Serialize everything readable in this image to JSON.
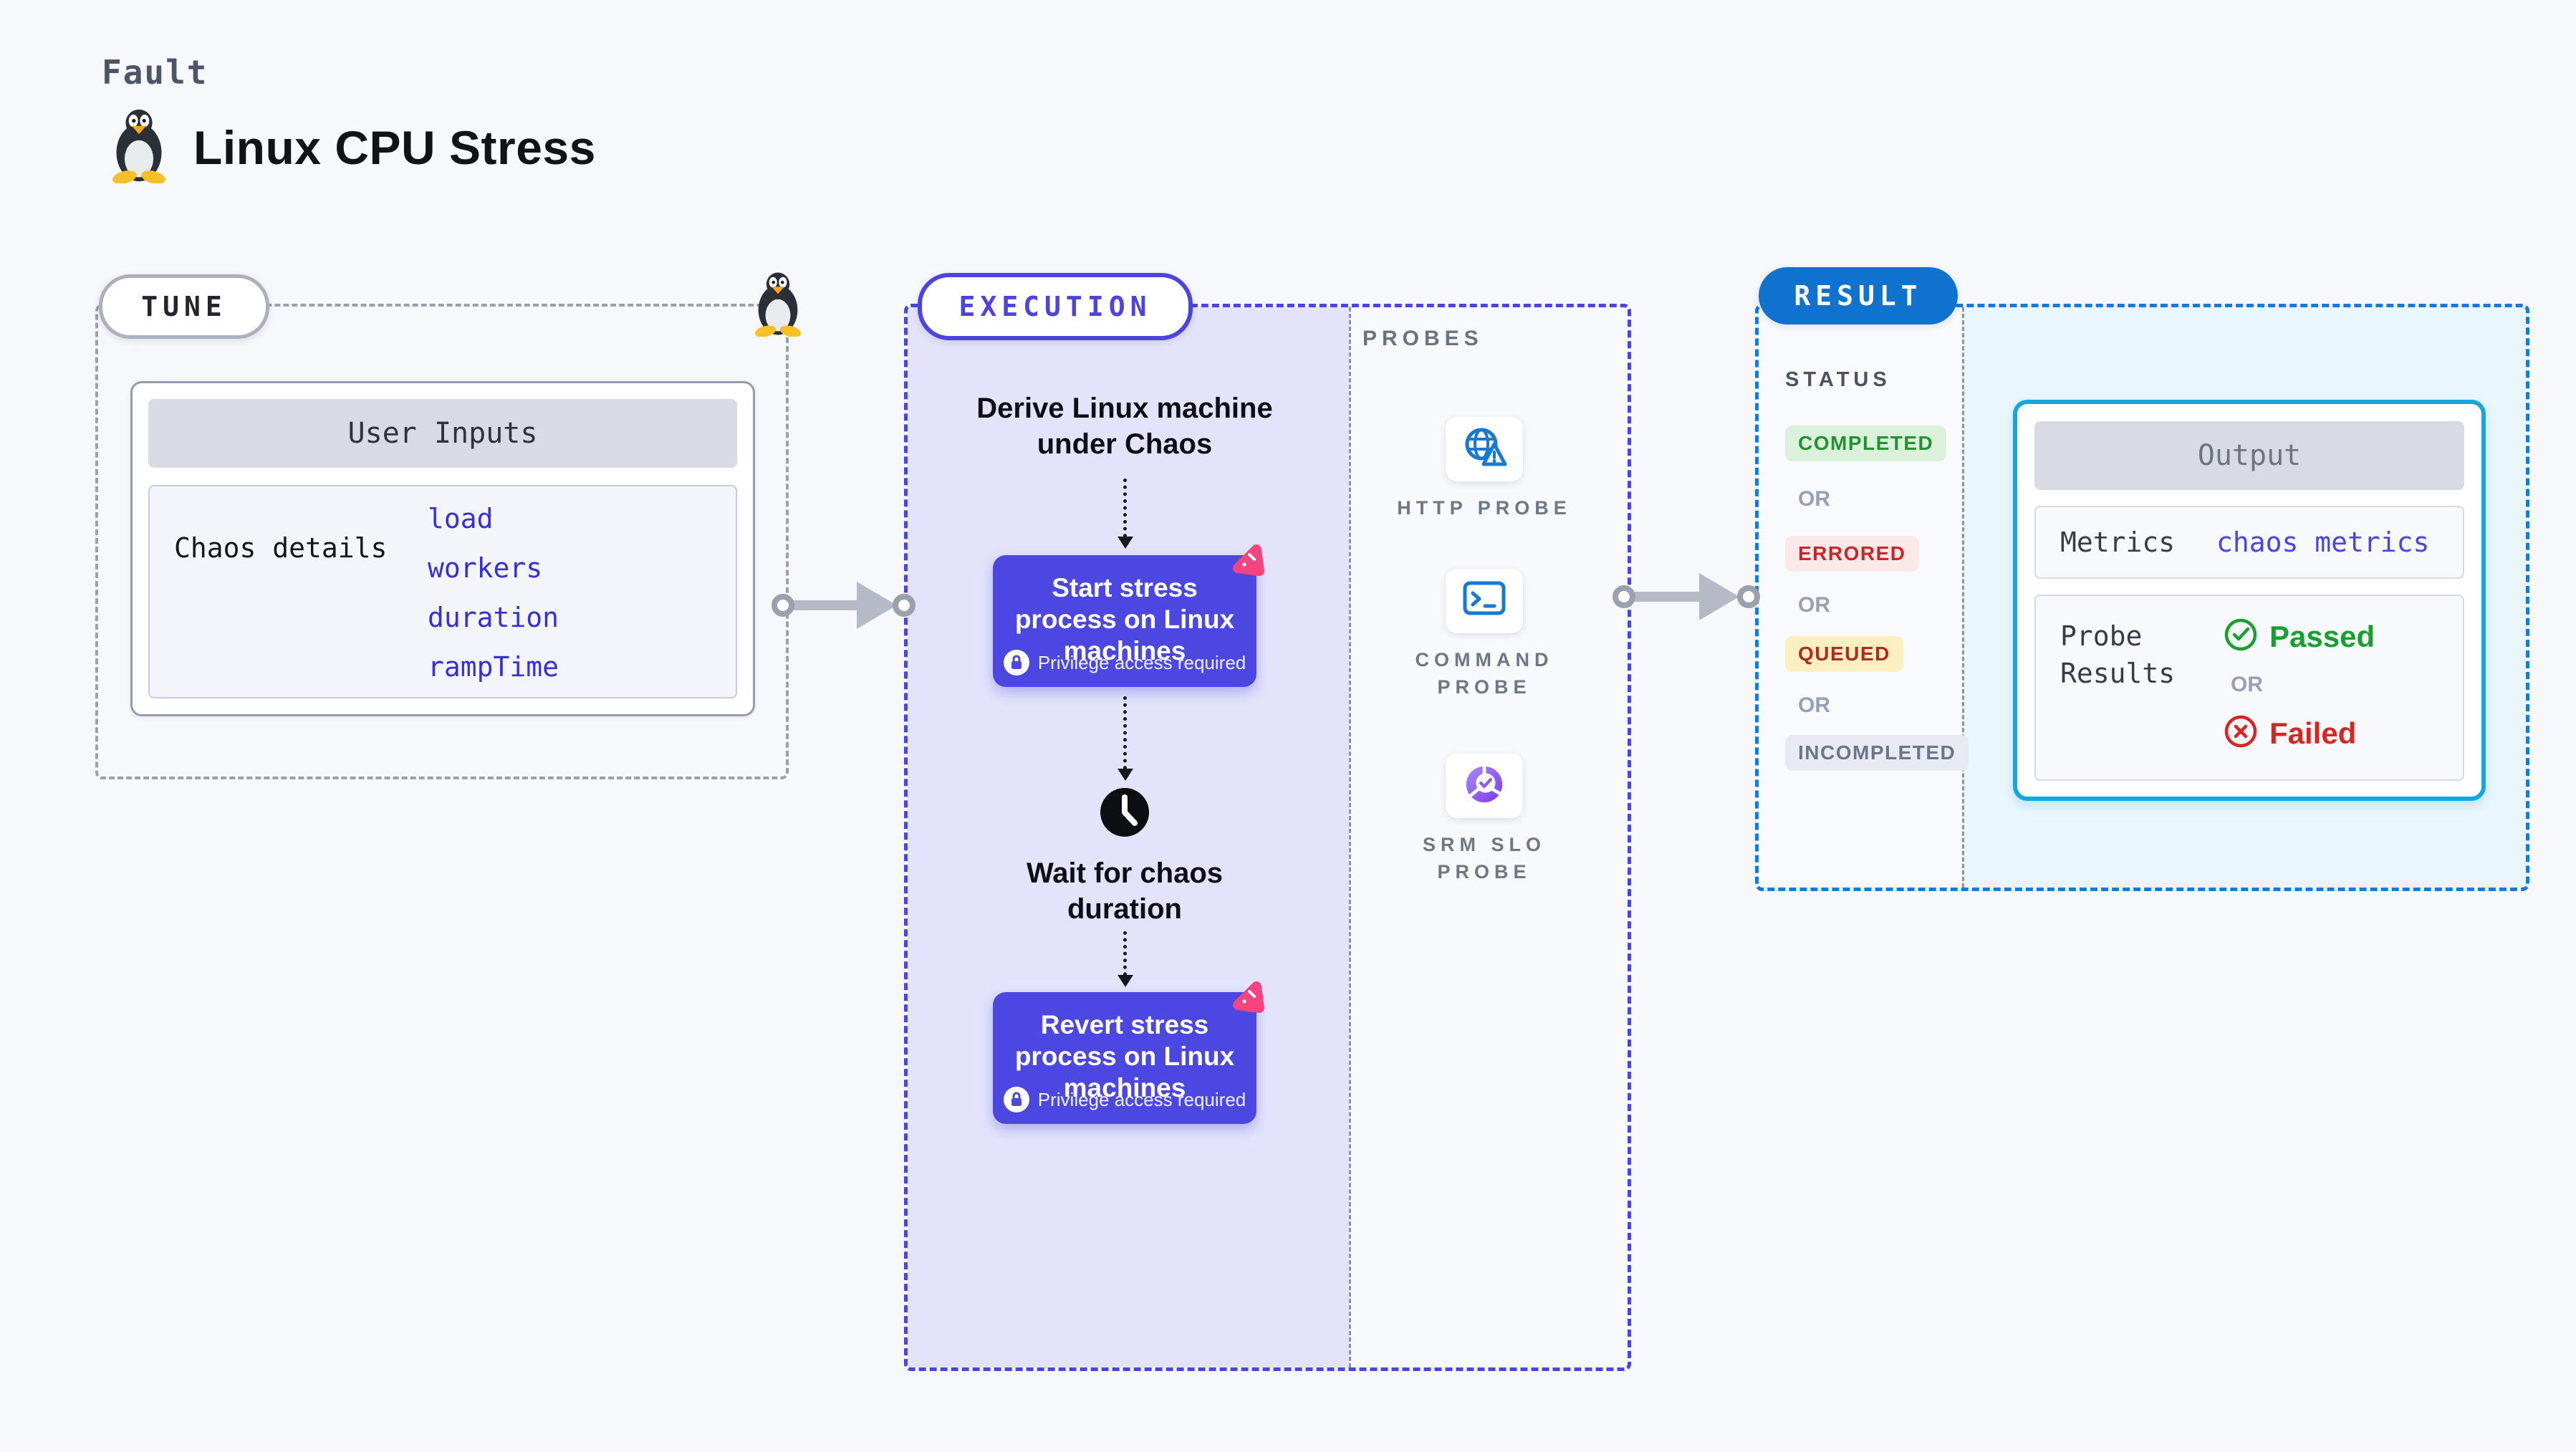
{
  "header": {
    "kicker": "Fault",
    "title": "Linux CPU Stress"
  },
  "tune": {
    "badge": "TUNE",
    "card": {
      "header": "User Inputs",
      "row_label": "Chaos details",
      "inputs": [
        "load",
        "workers",
        "duration",
        "rampTime"
      ]
    }
  },
  "execution": {
    "badge": "EXECUTION",
    "derive_text": "Derive Linux machine under Chaos",
    "wait_text": "Wait for chaos duration",
    "steps": [
      {
        "title": "Start stress process on Linux machines",
        "note": "Privilege access required",
        "icon": "lock-icon",
        "corner_icon": "chaos-logo-badge"
      },
      {
        "title": "Revert stress process on Linux machines",
        "note": "Privilege access required",
        "icon": "lock-icon",
        "corner_icon": "chaos-logo-badge"
      }
    ]
  },
  "probes": {
    "heading": "PROBES",
    "items": [
      {
        "label": "HTTP PROBE",
        "icon": "globe-alert-icon"
      },
      {
        "label": "COMMAND PROBE",
        "icon": "terminal-icon"
      },
      {
        "label": "SRM SLO PROBE",
        "icon": "slo-donut-check-icon"
      }
    ]
  },
  "result": {
    "badge": "RESULT",
    "status_heading": "STATUS",
    "or_label": "OR",
    "statuses": [
      {
        "label": "COMPLETED",
        "type": "success"
      },
      {
        "label": "ERRORED",
        "type": "error"
      },
      {
        "label": "QUEUED",
        "type": "queued"
      },
      {
        "label": "INCOMPLETED",
        "type": "muted"
      }
    ],
    "output": {
      "header": "Output",
      "metrics_label": "Metrics",
      "metrics_link": "chaos metrics",
      "probe_results_label": "Probe Results",
      "passed_label": "Passed",
      "failed_label": "Failed"
    }
  },
  "colors": {
    "page_bg": "#f7f8fc",
    "accent_indigo": "#4b44e0",
    "execution_panel_bg": "#e3e4fb",
    "step_box_bg": "#4d47e2",
    "chaos_badge_pink": "#f5447f",
    "probe_icon_blue": "#1879d2",
    "srm_purple": "#7c3aed",
    "result_badge_blue": "#0f72cf",
    "result_border_blue": "#1779d8",
    "output_border_cyan": "#14a7df",
    "link_indigo": "#352fd8",
    "success_green": "#1f9430",
    "error_red": "#c62828",
    "queued_text_red": "#b32922",
    "muted_gray": "#6d7688"
  }
}
